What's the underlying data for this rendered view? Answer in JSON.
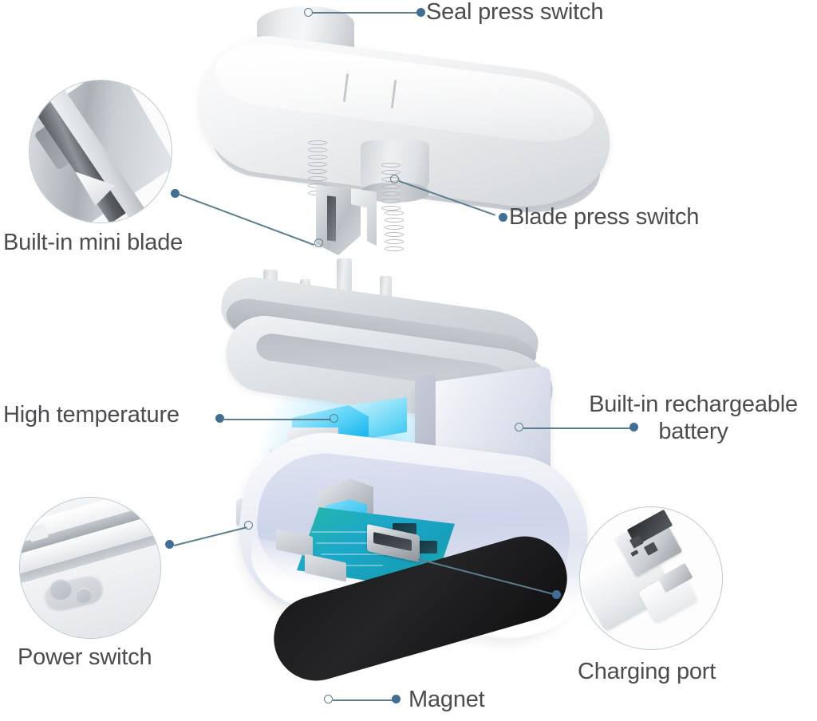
{
  "diagram": {
    "title": "Exploded view of mini bag sealer with labeled components",
    "accent_dot_color": "#3f6f94",
    "leader_line_color": "#5b7d8e",
    "label_text_color": "#4c4c4e",
    "background_color": "#ffffff"
  },
  "callouts": [
    {
      "id": "seal-press-switch",
      "label": "Seal press switch"
    },
    {
      "id": "blade-press-switch",
      "label": "Blade press switch"
    },
    {
      "id": "built-in-mini-blade",
      "label": "Built-in mini blade"
    },
    {
      "id": "high-temperature",
      "label": "High temperature"
    },
    {
      "id": "built-in-rechargeable-battery",
      "label": "Built-in rechargeable battery"
    },
    {
      "id": "power-switch",
      "label": "Power switch"
    },
    {
      "id": "charging-port",
      "label": "Charging port"
    },
    {
      "id": "magnet",
      "label": "Magnet"
    }
  ],
  "labels": {
    "seal_press_switch": "Seal press switch",
    "blade_press_switch": "Blade press switch",
    "built_in_mini_blade": "Built-in mini blade",
    "high_temperature": "High temperature",
    "battery_line1": "Built-in rechargeable",
    "battery_line2": "battery",
    "power_switch": "Power switch",
    "charging_port": "Charging port",
    "magnet": "Magnet"
  },
  "insets": [
    {
      "id": "blade-detail",
      "depicts": "close-up of angled mini cutting blade"
    },
    {
      "id": "power-switch-detail",
      "depicts": "close-up of oval power switch button on housing"
    },
    {
      "id": "charging-port-detail",
      "depicts": "USB-A connector and micro-USB connector cable"
    }
  ]
}
